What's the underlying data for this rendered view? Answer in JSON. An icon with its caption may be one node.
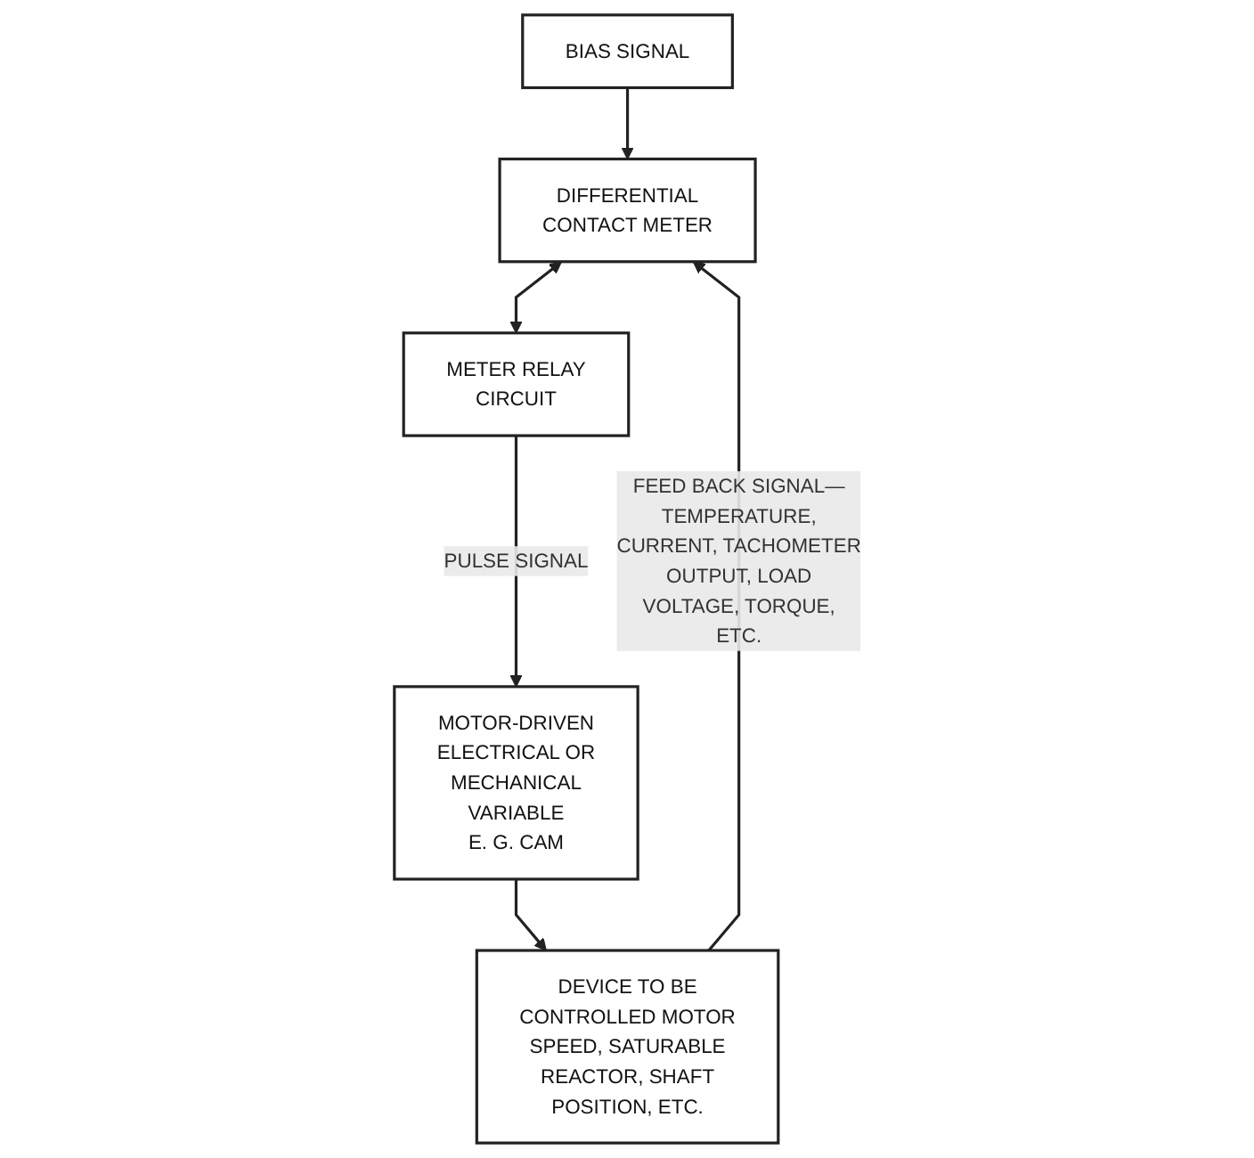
{
  "diagram": {
    "nodes": [
      {
        "text": [
          "BIAS SIGNAL"
        ]
      },
      {
        "text": [
          "DIFFERENTIAL CONTACT METER"
        ]
      },
      {
        "text": [
          "METER RELAY CIRCUIT"
        ]
      },
      {
        "text": [
          "MOTOR-DRIVEN ELECTRICAL OR MECHANICAL VARIABLE",
          "E. G. CAM"
        ]
      },
      {
        "text": [
          "DEVICE TO BE CONTROLLED MOTOR SPEED, SATURABLE REACTOR, SHAFT POSITION, ETC."
        ]
      }
    ],
    "edges": [
      {
        "from": 0,
        "to": 1,
        "arrow": "to"
      },
      {
        "from": 1,
        "to": 2,
        "arrow": "both"
      },
      {
        "from": 2,
        "to": 3,
        "arrow": "to",
        "label": "PULSE SIGNAL"
      },
      {
        "from": 3,
        "to": 4,
        "arrow": "to"
      },
      {
        "from": 4,
        "to": 1,
        "arrow": "to",
        "label": "FEED BACK SIGNAL— TEMPERATURE, CURRENT, TACHOMETER OUTPUT, LOAD VOLTAGE, TORQUE, ETC."
      }
    ]
  }
}
